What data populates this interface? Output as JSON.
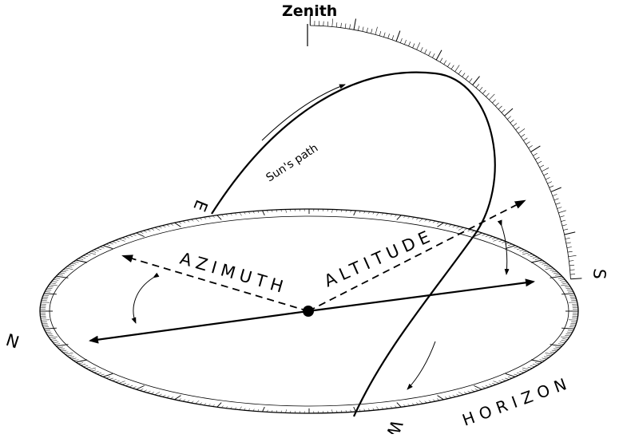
{
  "labels": {
    "zenith": "Zenith",
    "sun_path": "Sun's path",
    "azimuth": "AZIMUTH",
    "altitude": "ALTITUDE",
    "horizon": "HORIZON",
    "north": "N",
    "south": "S",
    "east": "E",
    "west": "W"
  },
  "colors": {
    "ink": "#000000",
    "background": "#ffffff"
  }
}
